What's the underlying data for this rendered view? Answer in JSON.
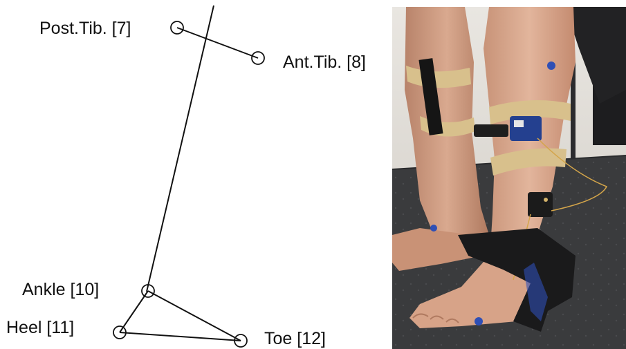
{
  "markers": {
    "post_tib": "Post.Tib. [7]",
    "ant_tib": "Ant.Tib. [8]",
    "ankle": "Ankle [10]",
    "heel": "Heel [11]",
    "toe": "Toe [12]"
  },
  "photo": {
    "description_icon": "leg-with-sensors-photo"
  }
}
